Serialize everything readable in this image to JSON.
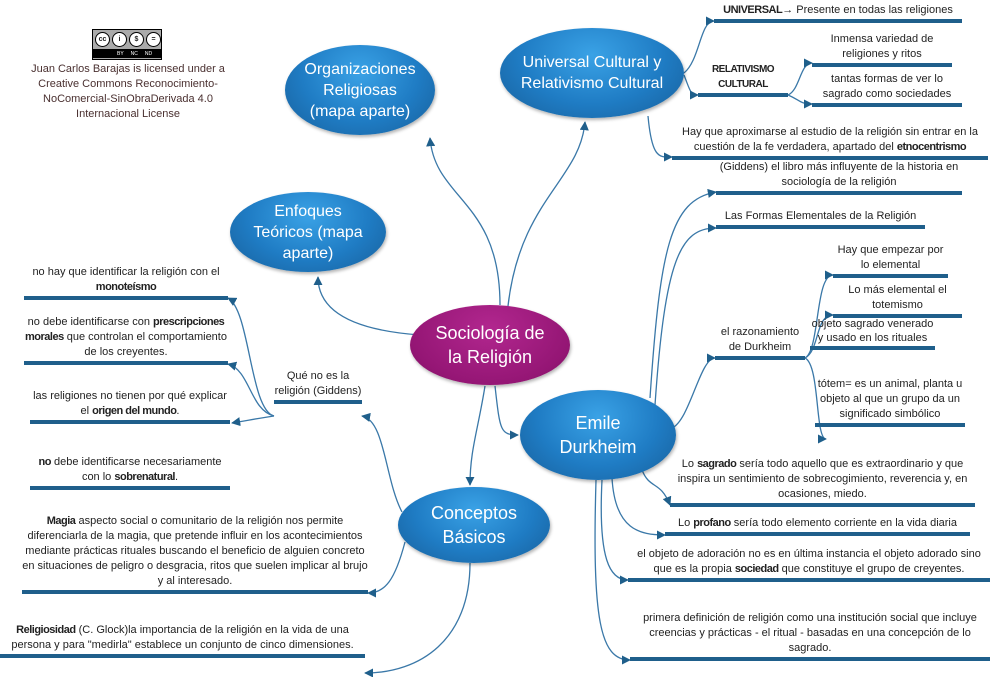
{
  "license": {
    "badge": [
      "cc",
      "BY",
      "NC",
      "ND"
    ],
    "text": "Juan Carlos Barajas is licensed under a Creative Commons Reconocimiento-NoComercial-SinObraDerivada 4.0 Internacional License"
  },
  "bubbles": {
    "central": "Sociología de la Religión",
    "organizaciones": "Organizaciones Religiosas (mapa aparte)",
    "universal": "Universal Cultural y Relativismo Cultural",
    "enfoques": "Enfoques Teóricos (mapa aparte)",
    "durkheim": "Emile Durkheim",
    "conceptos": "Conceptos Básicos"
  },
  "universal_branch": {
    "universal": {
      "b": "UNIVERSAL",
      "t": "→ Presente en todas las religiones"
    },
    "relativismo": "RELATIVISMO CULTURAL",
    "inmensa": "Inmensa variedad de religiones y ritos",
    "tantas": "tantas formas de ver lo sagrado como sociedades",
    "aproximarse": {
      "t": "Hay que aproximarse al estudio de la religión sin entrar en la cuestión de la fe verdadera, apartado del ",
      "b": "etnocentrismo"
    }
  },
  "durkheim_branch": {
    "giddens": "(Giddens) el libro más influyente de la historia en sociología de la religión",
    "formas": "Las Formas Elementales de la Religión",
    "razonamiento": "el razonamiento de Durkheim",
    "empezar": "Hay que empezar por lo elemental",
    "totemismo": "Lo más elemental el totemismo",
    "objeto": "objeto sagrado venerado y usado en los rituales",
    "totem": "tótem= es un animal, planta u objeto al que un grupo da un significado simbólico",
    "sagrado": {
      "a": "Lo ",
      "b": "sagrado",
      "c": " sería todo aquello que es extraordinario y que inspira un sentimiento de sobrecogimiento, reverencia y, en ocasiones, miedo."
    },
    "profano": {
      "a": "Lo ",
      "b": "profano",
      "c": " sería todo elemento corriente en la vida diaria"
    },
    "adoracion": {
      "a": "el objeto de adoración no es en última instancia el objeto adorado sino que es la propia ",
      "b": "sociedad",
      "c": " que constituye el grupo de creyentes."
    },
    "definicion": "primera definición de religión como una institución social que incluye creencias y prácticas - el ritual - basadas en una concepción de lo sagrado."
  },
  "left_branch": {
    "que_no_es": "Qué no es la religión (Giddens)",
    "monoteismo": {
      "a": "no hay que identificar la religión con el ",
      "b": "monoteísmo"
    },
    "morales": {
      "a": "no debe identificarse con ",
      "b": "prescripciones morales",
      "c": " que controlan el comportamiento de los creyentes."
    },
    "origen": {
      "a": "las religiones no tienen por qué explicar el ",
      "b": "origen del mundo",
      "c": "."
    },
    "sobrenatural": {
      "b1": "no",
      "a": " debe identificarse necesariamente con lo ",
      "b2": "sobrenatural",
      "c": "."
    },
    "magia": {
      "b": "Magia",
      "c": " aspecto social o comunitario de la religión nos permite diferenciarla de la magia, que pretende influir en los acontecimientos mediante prácticas rituales buscando el beneficio de alguien concreto en situaciones de peligro o desgracia, ritos que suelen implicar al brujo y al interesado."
    },
    "religiosidad": {
      "b": "Religiosidad",
      "c": " (C. Glock)la importancia de la religión en la vida de una persona y para \"medirla\" establece un conjunto de cinco dimensiones."
    }
  },
  "colors": {
    "bubble": "#1f7cc4",
    "central": "#951675",
    "line": "#1f5f8b",
    "connector": "#3a78a8"
  }
}
